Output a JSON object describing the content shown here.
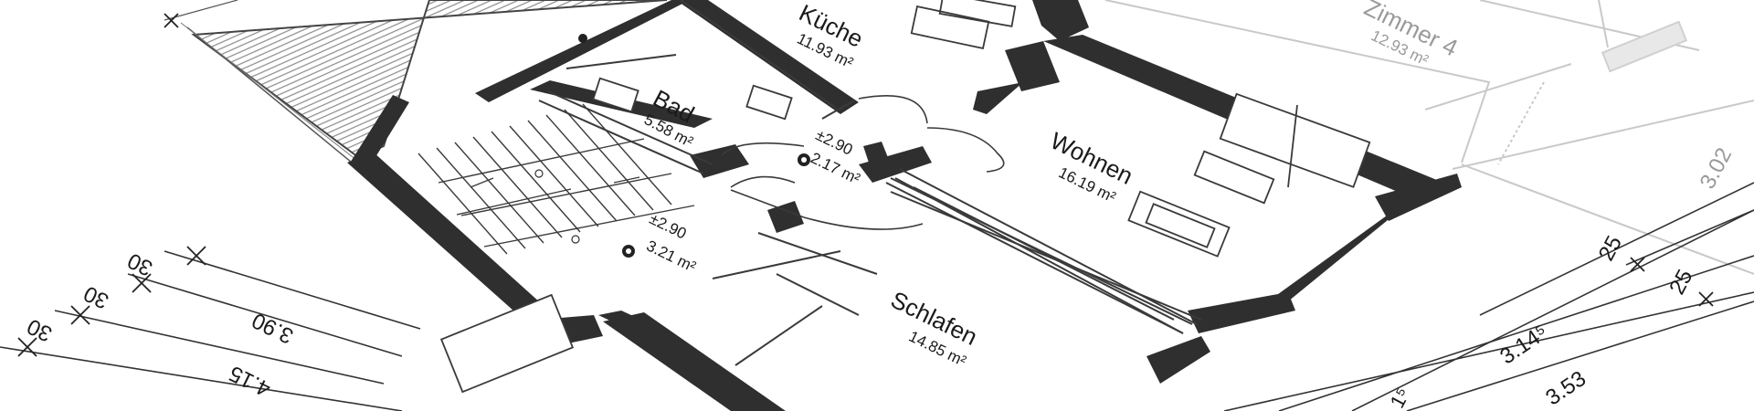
{
  "rooms": {
    "kueche": {
      "name": "Küche",
      "area": "11.93 m²"
    },
    "bad": {
      "name": "Bad",
      "area": "5.58 m²"
    },
    "flur": {
      "level": "±2.90",
      "area": "2.17 m²"
    },
    "wohnen": {
      "name": "Wohnen",
      "area": "16.19 m²"
    },
    "treppe": {
      "level": "±2.90",
      "area": "3.21 m²"
    },
    "schlafen": {
      "name": "Schlafen",
      "area": "14.85 m²"
    },
    "zimmer": {
      "name": "Zimmer 4",
      "area": "12.93 m²"
    }
  },
  "dimensions": {
    "left": [
      "30",
      "30",
      "30",
      "3.90",
      "4.15"
    ],
    "right": [
      "25",
      "25",
      "3.14⁵",
      "3.53",
      "3.02",
      "1⁵"
    ]
  },
  "colors": {
    "wall": "#2f2f2f",
    "line": "#3a3a3a",
    "faint": "#b5b5b5"
  }
}
